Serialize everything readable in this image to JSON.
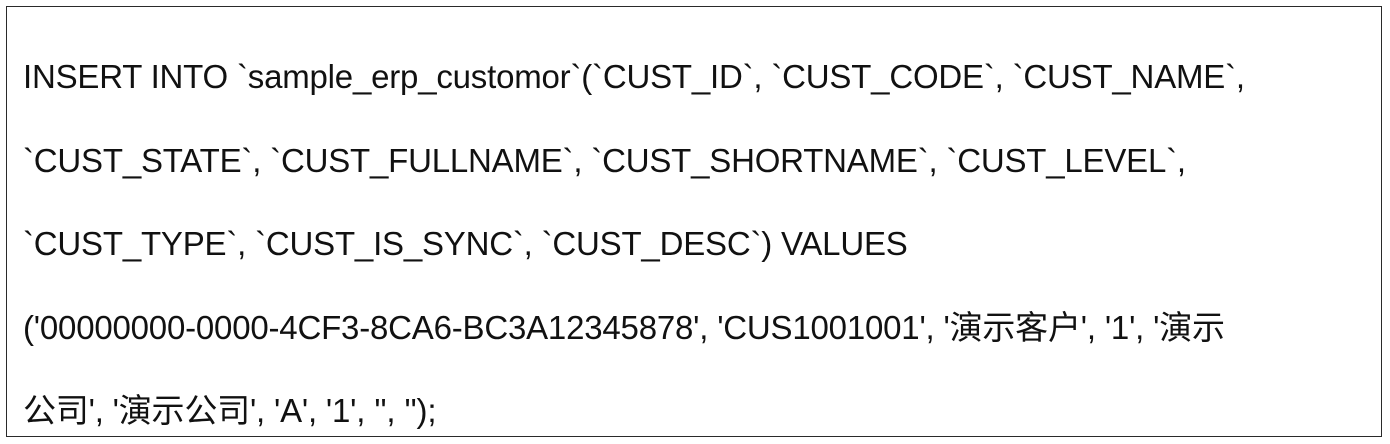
{
  "document": {
    "lines": [
      "INSERT INTO `sample_erp_customor`(`CUST_ID`, `CUST_CODE`, `CUST_NAME`,",
      "`CUST_STATE`, `CUST_FULLNAME`, `CUST_SHORTNAME`, `CUST_LEVEL`,",
      "`CUST_TYPE`, `CUST_IS_SYNC`, `CUST_DESC`) VALUES",
      "('00000000-0000-4CF3-8CA6-BC3A12345878', 'CUS1001001', '演示客户', '1', '演示",
      "公司', '演示公司', 'A', '1', '', '');"
    ]
  }
}
